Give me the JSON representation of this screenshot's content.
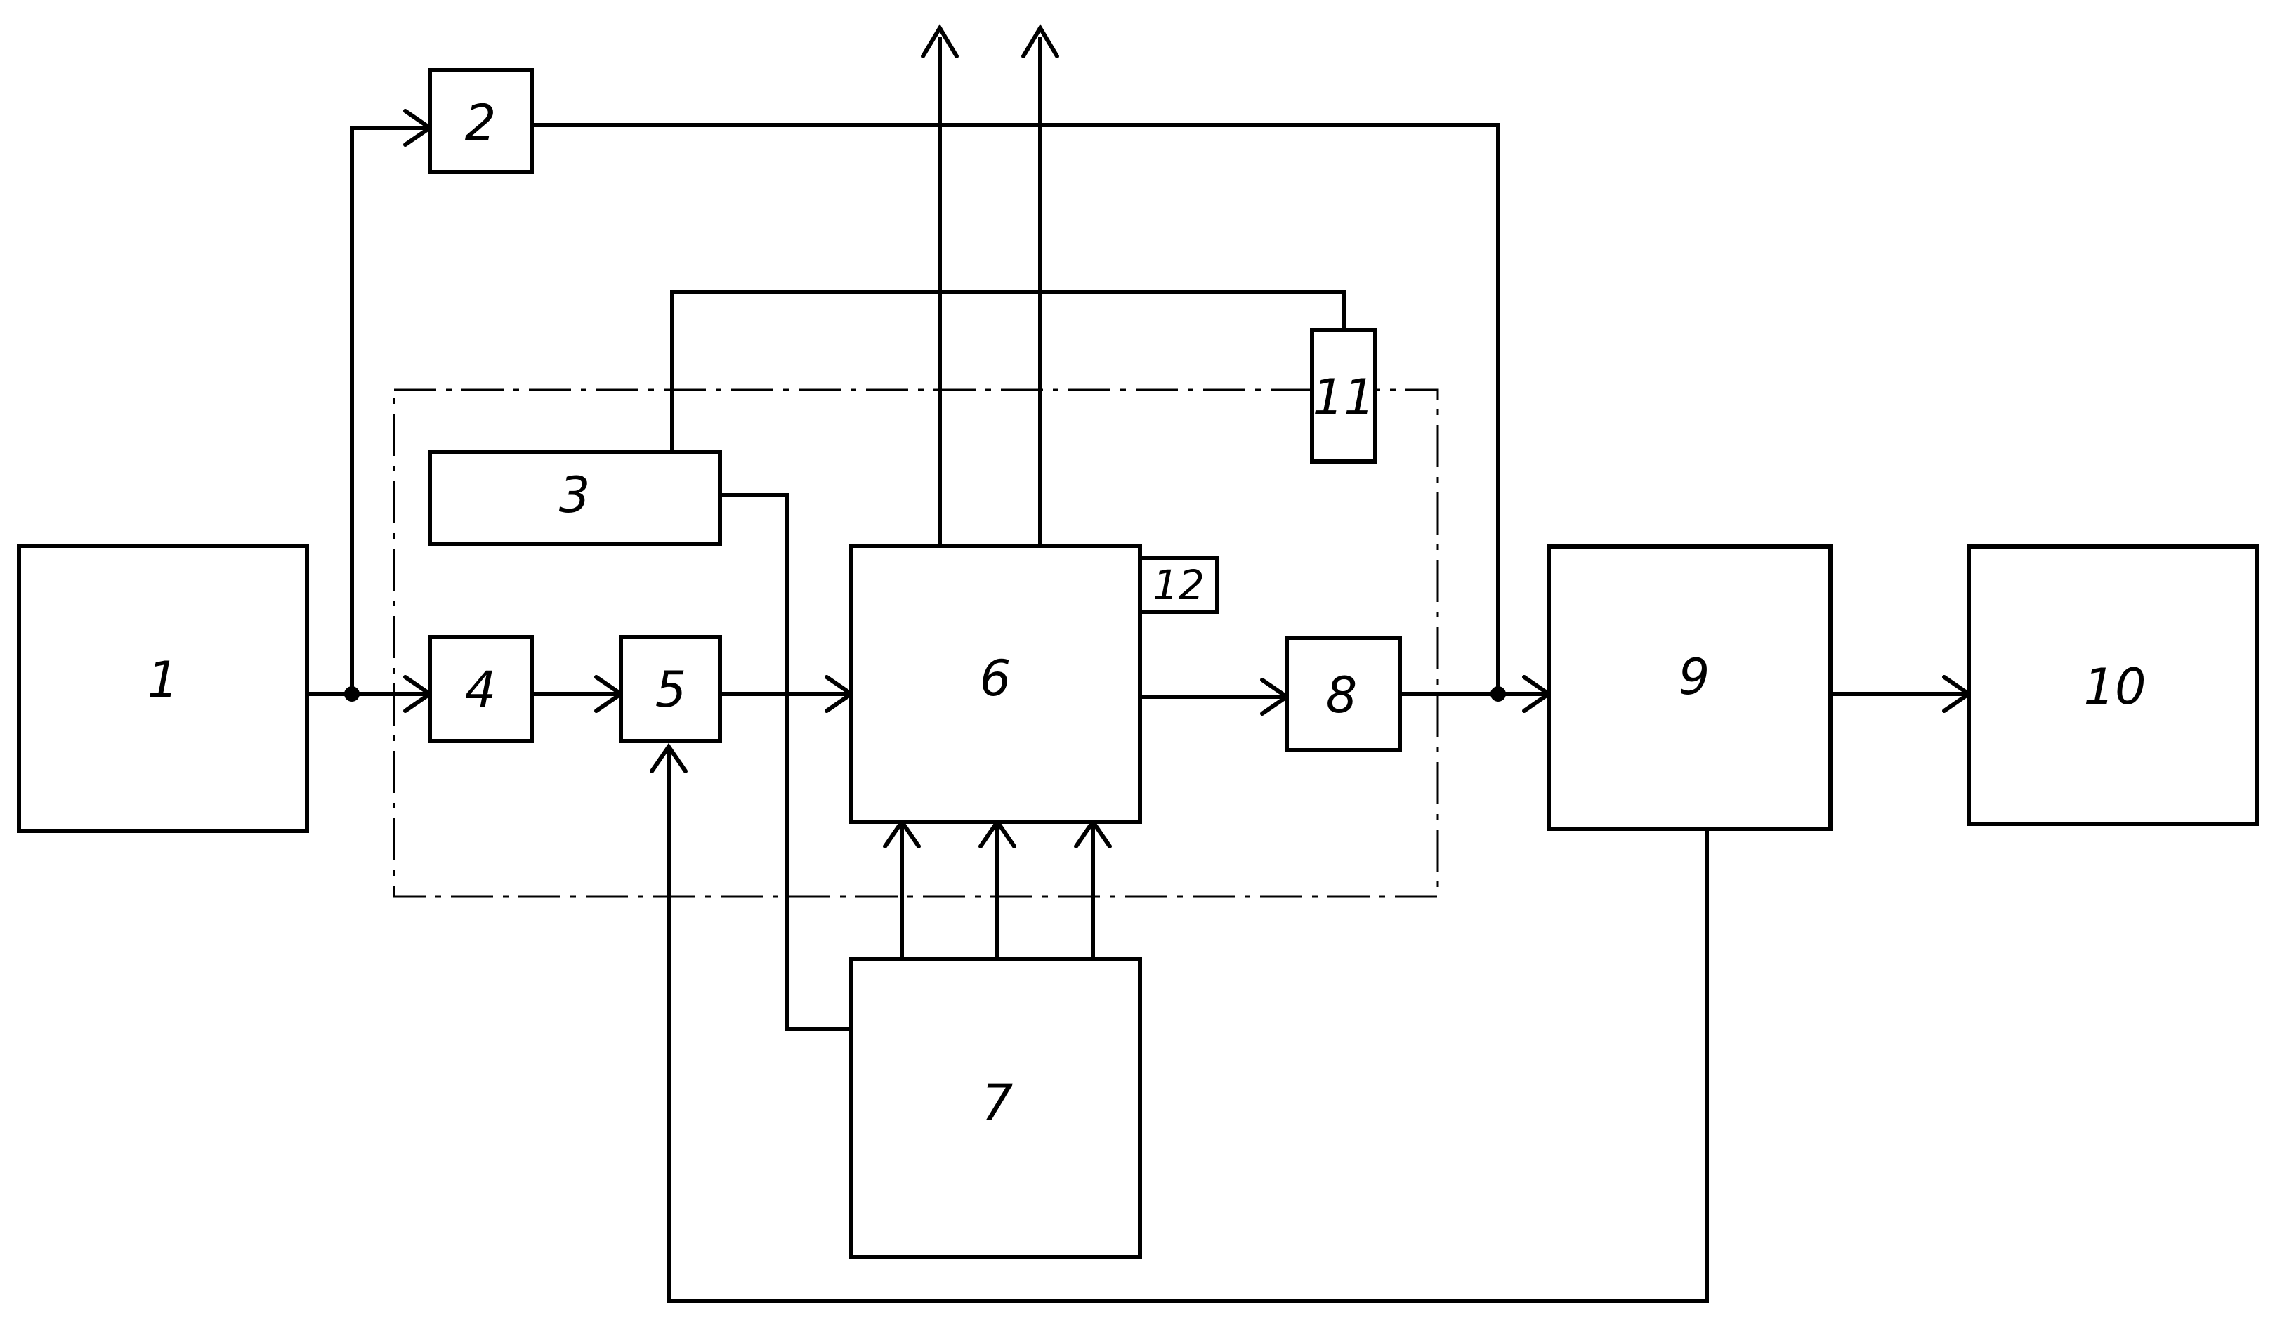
{
  "blocks": {
    "b1": "1",
    "b2": "2",
    "b3": "3",
    "b4": "4",
    "b5": "5",
    "b6": "6",
    "b7": "7",
    "b8": "8",
    "b9": "9",
    "b10": "10",
    "b11": "11",
    "b12": "12"
  }
}
